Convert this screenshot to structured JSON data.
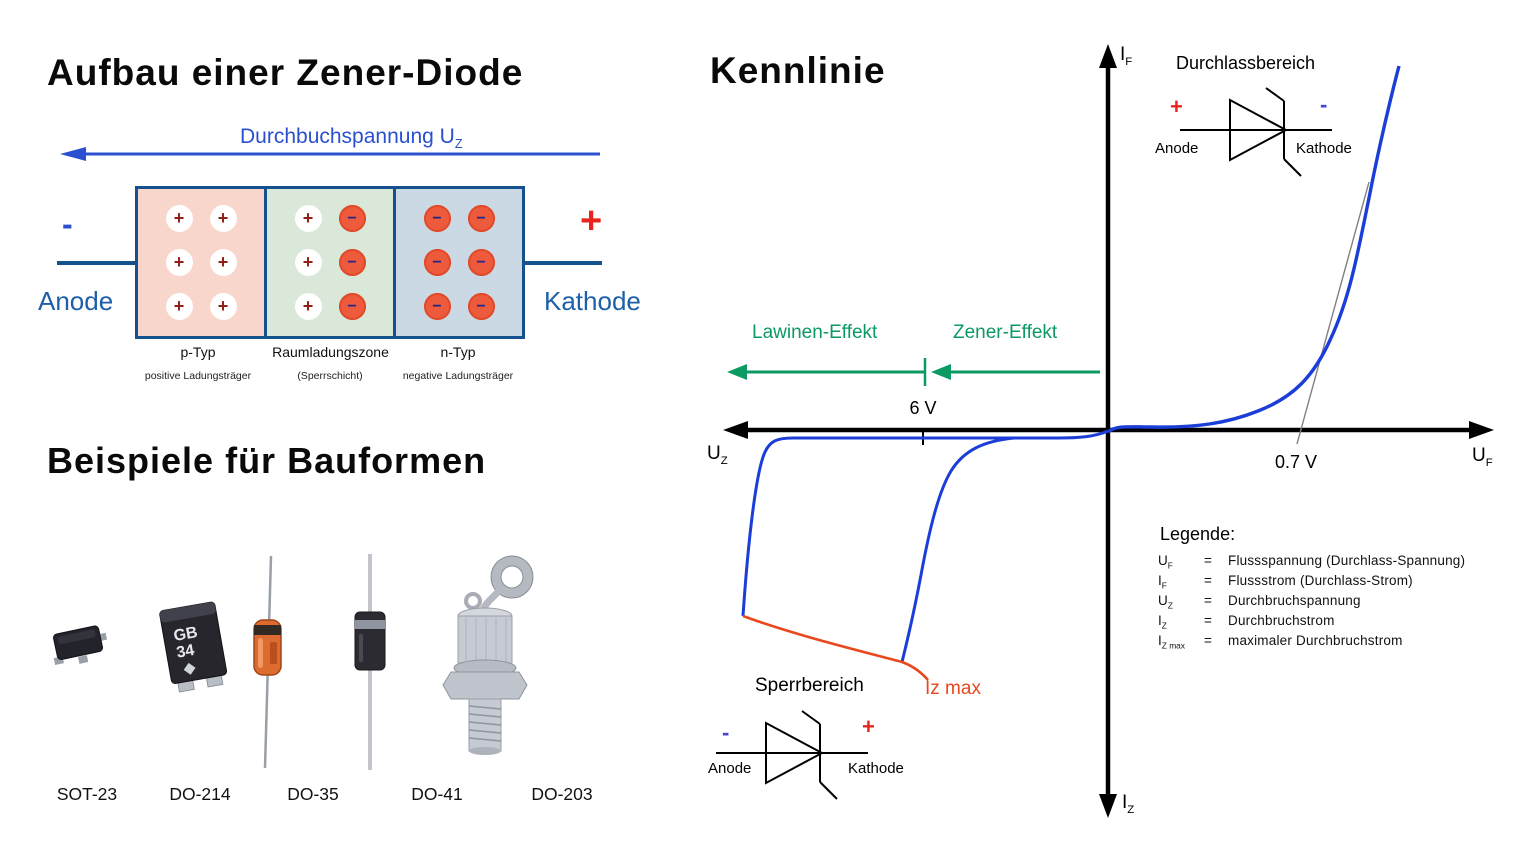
{
  "colors": {
    "curve_blue": "#1b3ed8",
    "arrow_blue": "#2b50cf",
    "dark_blue_border": "#15508f",
    "label_blue": "#1d5fa8",
    "green": "#0b9a62",
    "orange": "#e8481c",
    "red": "#e8251c",
    "region_pink": "#f9d6cc",
    "region_green": "#d9e8d9",
    "region_blue": "#cbd9e4"
  },
  "left": {
    "title": "Aufbau einer Zener-Diode",
    "arrow_label": "Durchbuchspannung U",
    "arrow_label_sub": "Z",
    "terminal_minus": "-",
    "terminal_plus": "+",
    "anode": "Anode",
    "kathode": "Kathode",
    "carrier_plus": "+",
    "carrier_minus": "−",
    "regions": [
      {
        "name": "p-Typ",
        "desc": "positive Ladungsträger"
      },
      {
        "name": "Raumladungszone",
        "desc": "(Sperrschicht)"
      },
      {
        "name": "n-Typ",
        "desc": "negative Ladungsträger"
      }
    ]
  },
  "packages": {
    "title": "Beispiele für Bauformen",
    "do214_marking": [
      "GB",
      "34"
    ],
    "items": [
      {
        "label": "SOT-23"
      },
      {
        "label": "DO-214"
      },
      {
        "label": "DO-35"
      },
      {
        "label": "DO-41"
      },
      {
        "label": "DO-203"
      }
    ]
  },
  "chart": {
    "title": "Kennlinie",
    "forward_region_label": "Durchlassbereich",
    "reverse_region_label": "Sperrbereich",
    "avalanche_label": "Lawinen-Effekt",
    "zener_label": "Zener-Effekt",
    "zener_voltage": "6 V",
    "forward_voltage": "0.7 V",
    "iz_max_label": "Iz max",
    "axis_if": {
      "base": "I",
      "sub": "F"
    },
    "axis_iz": {
      "base": "I",
      "sub": "Z"
    },
    "axis_uz": {
      "base": "U",
      "sub": "Z"
    },
    "axis_uf": {
      "base": "U",
      "sub": "F"
    },
    "diode_top": {
      "plus": "+",
      "minus": "-",
      "anode": "Anode",
      "kathode": "Kathode"
    },
    "diode_bottom": {
      "plus": "+",
      "minus": "-",
      "anode": "Anode",
      "kathode": "Kathode"
    },
    "legend_title": "Legende:",
    "legend": [
      {
        "sym": "U",
        "sub": "F",
        "eq": "=",
        "desc": "Flussspannung (Durchlass-Spannung)"
      },
      {
        "sym": "I",
        "sub": "F",
        "eq": "=",
        "desc": "Flussstrom (Durchlass-Strom)"
      },
      {
        "sym": "U",
        "sub": "Z",
        "eq": "=",
        "desc": "Durchbruchspannung"
      },
      {
        "sym": "I",
        "sub": "Z",
        "eq": "=",
        "desc": "Durchbruchstrom"
      },
      {
        "sym": "I",
        "sub": "Z max",
        "eq": "=",
        "desc": "maximaler Durchbruchstrom"
      }
    ]
  },
  "chart_data": {
    "type": "line",
    "title": "Kennlinie",
    "x_axis_positive": "UF Flussspannung",
    "x_axis_negative": "UZ Durchbruchspannung",
    "y_axis_positive": "IF Flussstrom",
    "y_axis_negative": "IZ Durchbruchstrom",
    "annotated_values": {
      "forward_knee_v": 0.7,
      "zener_knee_v": 6
    },
    "regions": [
      "Durchlassbereich",
      "Sperrbereich"
    ],
    "effects": [
      {
        "name": "Zener-Effekt",
        "range": "unter 6 V"
      },
      {
        "name": "Lawinen-Effekt",
        "range": "über 6 V"
      }
    ],
    "series": [
      {
        "name": "Durchlasskennlinie",
        "shape": "exponentieller Anstieg ab 0.7 V",
        "color": "#1b3ed8"
      },
      {
        "name": "Durchbruchkennlinie (Zener- und Lawinen-Ast)",
        "shape": "steiler Stromabfall im Sperrbereich",
        "color": "#1b3ed8"
      },
      {
        "name": "Iz max Grenzkurve",
        "shape": "Begrenzungskurve im Sperrbereich",
        "color": "#e8481c"
      }
    ]
  }
}
